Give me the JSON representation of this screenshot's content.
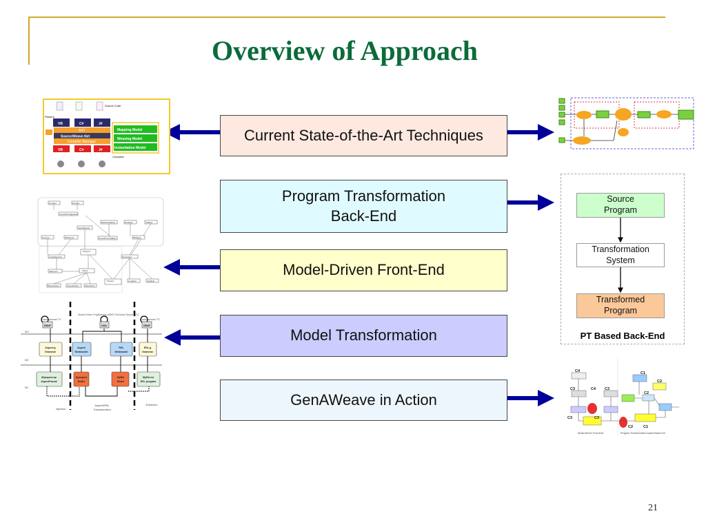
{
  "title": "Overview of Approach",
  "page_number": "21",
  "colors": {
    "title": "#0b6b3a",
    "rule": "#d4a628",
    "arrow": "#000099"
  },
  "center_boxes": [
    {
      "label": "Current State-of-the-Art Techniques",
      "color": "#fde9df"
    },
    {
      "line1": "Program Transformation",
      "line2": "Back-End",
      "color": "#e0fbff"
    },
    {
      "label": "Model-Driven Front-End",
      "color": "#ffffcc"
    },
    {
      "label": "Model Transformation",
      "color": "#ccccff"
    },
    {
      "label": "GenAWeave in Action",
      "color": "#eef6fd"
    }
  ],
  "pt_backend": {
    "source": {
      "line1": "Source",
      "line2": "Program"
    },
    "system": {
      "line1": "Transformation",
      "line2": "System"
    },
    "transformed": {
      "line1": "Transformed",
      "line2": "Program"
    },
    "caption": "PT Based Back-End"
  },
  "sourceweave": {
    "source_code": "Source Code",
    "parsers": "Parsers",
    "langs": [
      "VB",
      "C#",
      "J#"
    ],
    "ast": "AST",
    "name": "SourceWeave.Net",
    "compiler_manager": "Compiler Manager",
    "models": [
      "Mapping Model",
      "Weaving Model",
      "Instantiation Model"
    ],
    "compiles": "Compiles"
  },
  "uml": [
    "FuncDef",
    "ProcDef",
    "FuncOrProcSignature",
    "AspectPascal",
    "WithinCodeExpr",
    "ExecExpr",
    "CallExpr",
    "ForLoop",
    "WhileLoop",
    "FuncOrProcCallExpr",
    "WithExpr",
    "GAspect",
    "LoopStatement",
    "Expression",
    "Statement",
    "Advice",
    "BeforeAdvice",
    "AroundAdvice",
    "AfterAdvice",
    "Pointcut",
    "LoopExpr",
    "ArgsExpr"
  ],
  "mde": {
    "levels": [
      "M3",
      "M2",
      "M1"
    ],
    "ebnf": "EBNF",
    "km3": "KM3",
    "header": "Model-Driven Engineering (MDE) Technical Space (TS)",
    "grammarware": "Grammarware TS",
    "aspect_grammar": [
      "Aspect.g",
      "Grammar"
    ],
    "aspect_metamodel": [
      "Aspect",
      "Metamodel"
    ],
    "rsl_metamodel": [
      "RSL",
      "Metamodel"
    ],
    "rsl_grammar": [
      "RSL.g",
      "Grammar"
    ],
    "myaspect_ap": [
      "Myaspect.ap",
      "AspectPascal"
    ],
    "myaspect_model": [
      "Myaspect",
      "Model"
    ],
    "myrsl_model": [
      "MyRsl",
      "Model"
    ],
    "myrsl_rsl": [
      "MyRsl.rsl",
      "RSL program"
    ],
    "injection": "Injection",
    "transformation": [
      "Aspect2RSL",
      "Transformation"
    ],
    "extraction": "Extraction"
  },
  "genaweave": {
    "c1": "C1",
    "c2": "C2",
    "c3": "C3",
    "c4": "C4",
    "front_end": "Model-Driven Front-End",
    "back_end": "Program Transformation-based Back-End"
  }
}
